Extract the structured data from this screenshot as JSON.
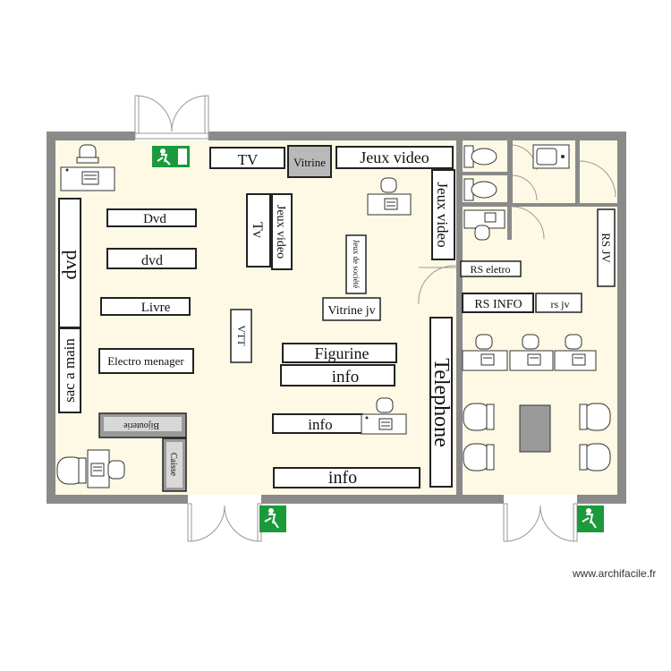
{
  "title": "",
  "labels": {
    "tv_top": "TV",
    "vitrine_top": "Vitrine",
    "jeux_video_top": "Jeux video",
    "jeux_video_right": "Jeux video",
    "dvd_1": "Dvd",
    "dvd_2": "dvd",
    "dvd_big": "dvd",
    "livre": "Livre",
    "electro_menager": "Electro menager",
    "sac_a_main": "sac a main",
    "tv_center": "Tv",
    "jeux_video_center": "Jeux video",
    "jeux_de_societe": "Jeux de société",
    "vitrine_jv": "Vitrine jv",
    "vtt": "VTT",
    "figurine": "Figurine",
    "info_1": "info",
    "info_2": "info",
    "info_3": "info",
    "telephone": "Telephone",
    "rs_electro": "RS eletro",
    "rs_info": "RS INFO",
    "rs_jv_small": "rs jv",
    "rs_jv_vertical": "RS JV",
    "bijouterie": "Bijouterie",
    "caisse": "Caisse"
  },
  "watermark": "www.archifacile.fr",
  "colors": {
    "wall": "#8a8a8a",
    "floor": "#fdf9e4",
    "fixture": "#ffffff",
    "exit_green": "#1a9a3a",
    "dark_fixture": "#9a9a9a"
  },
  "icons": [
    "exit-sign-icon",
    "door-icon",
    "toilet-icon",
    "sink-icon",
    "desk-icon",
    "chair-icon",
    "cash-register-icon"
  ]
}
